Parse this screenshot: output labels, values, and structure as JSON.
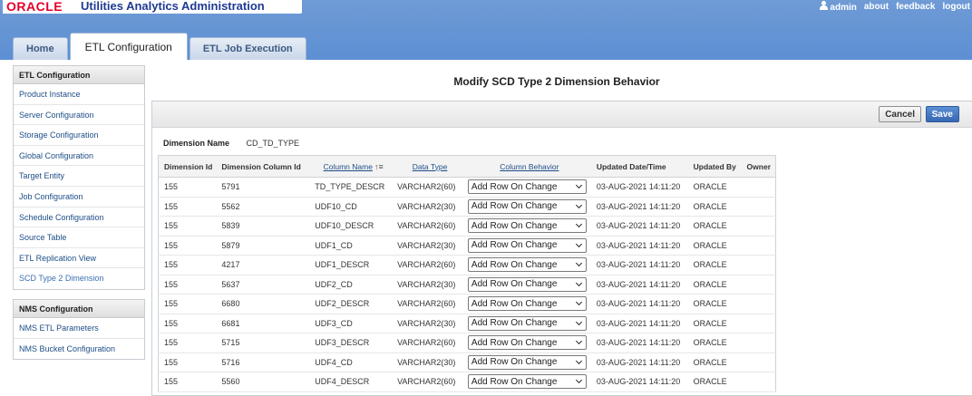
{
  "header": {
    "logo_text": "ORACLE",
    "app_title": "Utilities Analytics Administration",
    "links": [
      "admin",
      "about",
      "feedback",
      "logout"
    ]
  },
  "tabs": [
    {
      "label": "Home",
      "active": false
    },
    {
      "label": "ETL Configuration",
      "active": true
    },
    {
      "label": "ETL Job Execution",
      "active": false
    }
  ],
  "sidebar": {
    "groups": [
      {
        "title": "ETL Configuration",
        "items": [
          "Product Instance",
          "Server Configuration",
          "Storage Configuration",
          "Global Configuration",
          "Target Entity",
          "Job Configuration",
          "Schedule Configuration",
          "Source Table",
          "ETL Replication View",
          "SCD Type 2 Dimension"
        ]
      },
      {
        "title": "NMS Configuration",
        "items": [
          "NMS ETL Parameters",
          "NMS Bucket Configuration"
        ]
      }
    ]
  },
  "main": {
    "title": "Modify SCD Type 2 Dimension Behavior",
    "cancel_label": "Cancel",
    "save_label": "Save",
    "dimension_name_label": "Dimension Name",
    "dimension_name_value": "CD_TD_TYPE",
    "columns": [
      "Dimension Id",
      "Dimension Column Id",
      "Column Name",
      "Data Type",
      "Column Behavior",
      "Updated Date/Time",
      "Updated By",
      "Owner"
    ],
    "rows": [
      {
        "dimension_id": "155",
        "column_id": "5791",
        "column_name": "TD_TYPE_DESCR",
        "data_type": "VARCHAR2(60)",
        "behavior": "Add Row On Change",
        "updated": "03-AUG-2021 14:11:20",
        "updated_by": "ORACLE",
        "owner": ""
      },
      {
        "dimension_id": "155",
        "column_id": "5562",
        "column_name": "UDF10_CD",
        "data_type": "VARCHAR2(30)",
        "behavior": "Add Row On Change",
        "updated": "03-AUG-2021 14:11:20",
        "updated_by": "ORACLE",
        "owner": ""
      },
      {
        "dimension_id": "155",
        "column_id": "5839",
        "column_name": "UDF10_DESCR",
        "data_type": "VARCHAR2(60)",
        "behavior": "Add Row On Change",
        "updated": "03-AUG-2021 14:11:20",
        "updated_by": "ORACLE",
        "owner": ""
      },
      {
        "dimension_id": "155",
        "column_id": "5879",
        "column_name": "UDF1_CD",
        "data_type": "VARCHAR2(30)",
        "behavior": "Add Row On Change",
        "updated": "03-AUG-2021 14:11:20",
        "updated_by": "ORACLE",
        "owner": ""
      },
      {
        "dimension_id": "155",
        "column_id": "4217",
        "column_name": "UDF1_DESCR",
        "data_type": "VARCHAR2(60)",
        "behavior": "Add Row On Change",
        "updated": "03-AUG-2021 14:11:20",
        "updated_by": "ORACLE",
        "owner": ""
      },
      {
        "dimension_id": "155",
        "column_id": "5637",
        "column_name": "UDF2_CD",
        "data_type": "VARCHAR2(30)",
        "behavior": "Add Row On Change",
        "updated": "03-AUG-2021 14:11:20",
        "updated_by": "ORACLE",
        "owner": ""
      },
      {
        "dimension_id": "155",
        "column_id": "6680",
        "column_name": "UDF2_DESCR",
        "data_type": "VARCHAR2(60)",
        "behavior": "Add Row On Change",
        "updated": "03-AUG-2021 14:11:20",
        "updated_by": "ORACLE",
        "owner": ""
      },
      {
        "dimension_id": "155",
        "column_id": "6681",
        "column_name": "UDF3_CD",
        "data_type": "VARCHAR2(30)",
        "behavior": "Add Row On Change",
        "updated": "03-AUG-2021 14:11:20",
        "updated_by": "ORACLE",
        "owner": ""
      },
      {
        "dimension_id": "155",
        "column_id": "5715",
        "column_name": "UDF3_DESCR",
        "data_type": "VARCHAR2(60)",
        "behavior": "Add Row On Change",
        "updated": "03-AUG-2021 14:11:20",
        "updated_by": "ORACLE",
        "owner": ""
      },
      {
        "dimension_id": "155",
        "column_id": "5716",
        "column_name": "UDF4_CD",
        "data_type": "VARCHAR2(30)",
        "behavior": "Add Row On Change",
        "updated": "03-AUG-2021 14:11:20",
        "updated_by": "ORACLE",
        "owner": ""
      },
      {
        "dimension_id": "155",
        "column_id": "5560",
        "column_name": "UDF4_DESCR",
        "data_type": "VARCHAR2(60)",
        "behavior": "Add Row On Change",
        "updated": "03-AUG-2021 14:11:20",
        "updated_by": "ORACLE",
        "owner": ""
      }
    ]
  },
  "colors": {
    "header_blue": "#5c8fd3",
    "oracle_red": "#e4002b",
    "title_navy": "#1f3a93",
    "link_blue": "#1d4d87",
    "save_blue": "#3768b3"
  },
  "icons": {
    "user": "user-icon",
    "sort": "sort-ascending-icon",
    "dropdown": "chevron-down-icon"
  }
}
